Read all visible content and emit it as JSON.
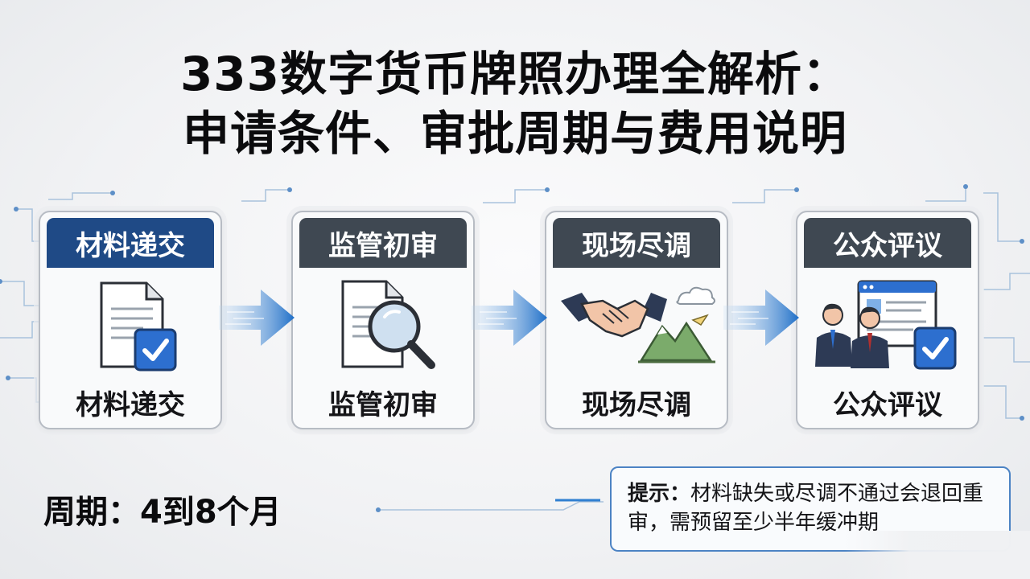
{
  "title": {
    "line1": "333数字货币牌照办理全解析：",
    "line2": "申请条件、审批周期与费用说明"
  },
  "steps": [
    {
      "header": "材料递交",
      "footer": "材料递交",
      "header_color": "#1f4a86",
      "icon": "document-check-icon"
    },
    {
      "header": "监管初审",
      "footer": "监管初审",
      "header_color": "#3f4852",
      "icon": "document-magnifier-icon"
    },
    {
      "header": "现场尽调",
      "footer": "现场尽调",
      "header_color": "#3f4852",
      "icon": "handshake-landscape-icon"
    },
    {
      "header": "公众评议",
      "footer": "公众评议",
      "header_color": "#3f4852",
      "icon": "people-webpage-check-icon"
    }
  ],
  "cycle": {
    "text": "周期：4到8个月"
  },
  "tip": {
    "label": "提示：",
    "text": "材料缺失或尽调不通过会退回重审，需预留至少半年缓冲期"
  },
  "colors": {
    "accent_blue": "#1f4a86",
    "header_gray": "#3f4852",
    "arrow_blue": "#2f7fd1"
  }
}
